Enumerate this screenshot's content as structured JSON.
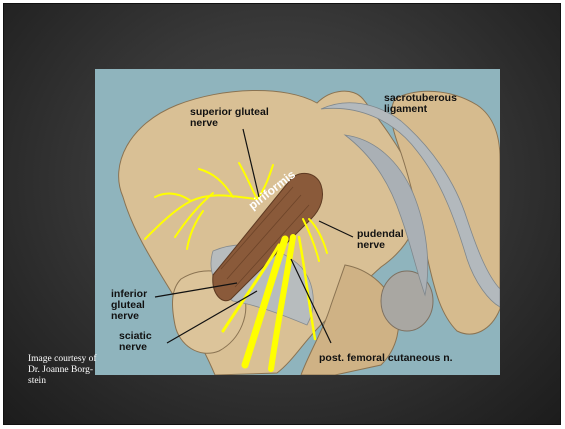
{
  "slide": {
    "background": "#333333",
    "credit": "Image courtesy of Dr. Joanne Borg-stein"
  },
  "illustration": {
    "icon": "pelvis-nerve-anatomy-illustration",
    "colors": {
      "bone": "#d9c095",
      "nerve": "#ffff00",
      "muscle": "#8a5a3a",
      "ligament": "#aeb6bd",
      "background": "#8fb4bd"
    },
    "labels": {
      "superior_gluteal": "superior gluteal\nnerve",
      "sacrotuberous": "sacrotuberous\nligament",
      "piriformis": "piriformis",
      "pudendal": "pudendal\nnerve",
      "inferior_gluteal": "inferior\ngluteal\nnerve",
      "sciatic": "sciatic\nnerve",
      "post_femoral": "post. femoral cutaneous n."
    }
  }
}
